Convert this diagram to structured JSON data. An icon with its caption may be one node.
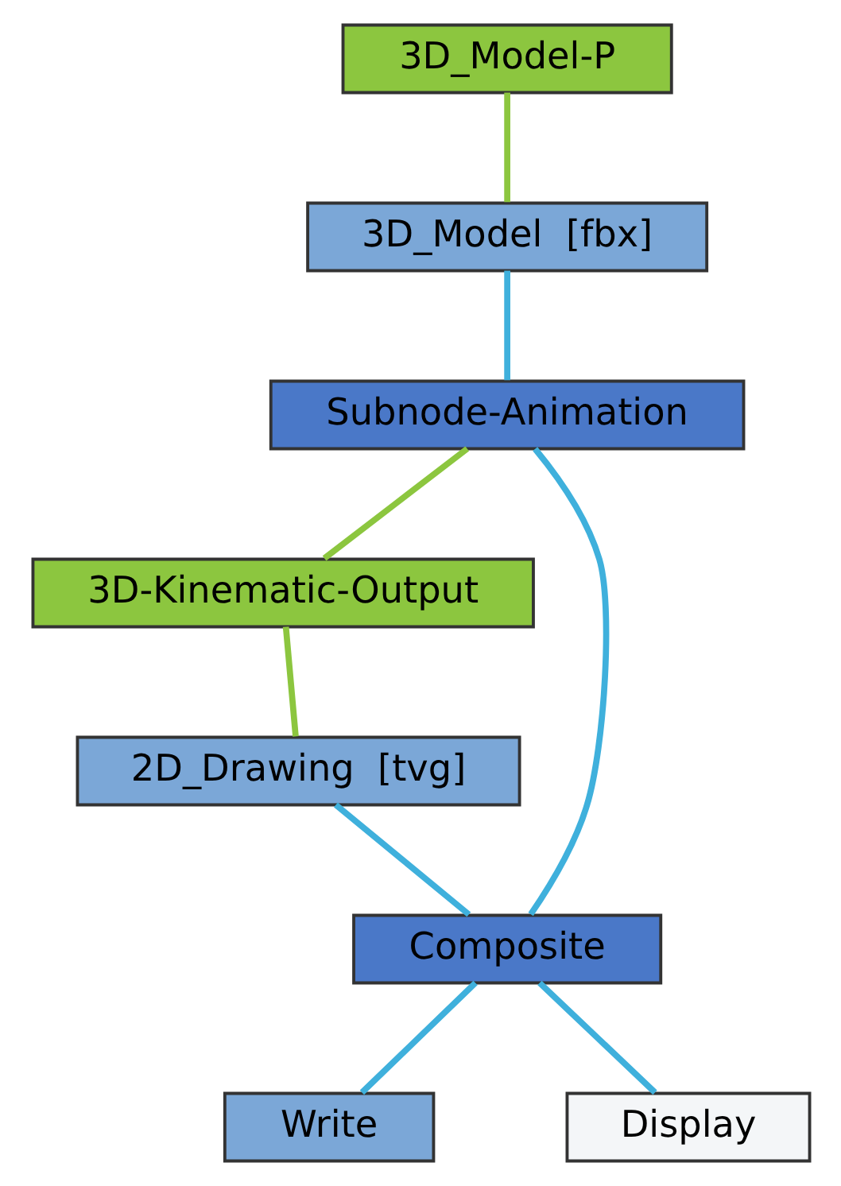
{
  "diagram": {
    "nodes": [
      {
        "text": [
          "3D_Model-P"
        ]
      },
      {
        "text": [
          "3D_Model  [fbx]"
        ]
      },
      {
        "text": [
          "Subnode-Animation"
        ]
      },
      {
        "text": [
          "3D-Kinematic-Output"
        ]
      },
      {
        "text": [
          "2D_Drawing  [tvg]"
        ]
      },
      {
        "text": [
          "Composite"
        ]
      },
      {
        "text": [
          "Write"
        ]
      },
      {
        "text": [
          "Display"
        ]
      }
    ],
    "edges": [
      {
        "from": 0,
        "to": 1,
        "arrow": "none",
        "color": "#8cc63f"
      },
      {
        "from": 1,
        "to": 2,
        "arrow": "none"
      },
      {
        "from": 2,
        "to": 3,
        "arrow": "none",
        "color": "#8cc63f"
      },
      {
        "from": 3,
        "to": 4,
        "arrow": "none",
        "color": "#8cc63f"
      },
      {
        "from": 2,
        "to": 5,
        "arrow": "none"
      },
      {
        "from": 4,
        "to": 5,
        "arrow": "none"
      },
      {
        "from": 5,
        "to": 6,
        "arrow": "none"
      },
      {
        "from": 5,
        "to": 7,
        "arrow": "none"
      }
    ]
  }
}
